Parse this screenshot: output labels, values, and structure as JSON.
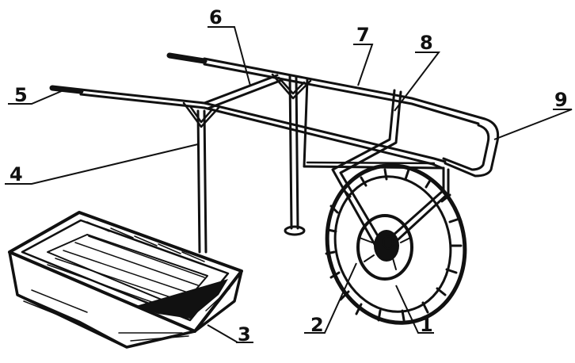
{
  "labels": {
    "l1": "1",
    "l2": "2",
    "l3": "3",
    "l4": "4",
    "l5": "5",
    "l6": "6",
    "l7": "7",
    "l8": "8",
    "l9": "9"
  },
  "colors": {
    "ink": "#111111",
    "paper": "#ffffff"
  }
}
